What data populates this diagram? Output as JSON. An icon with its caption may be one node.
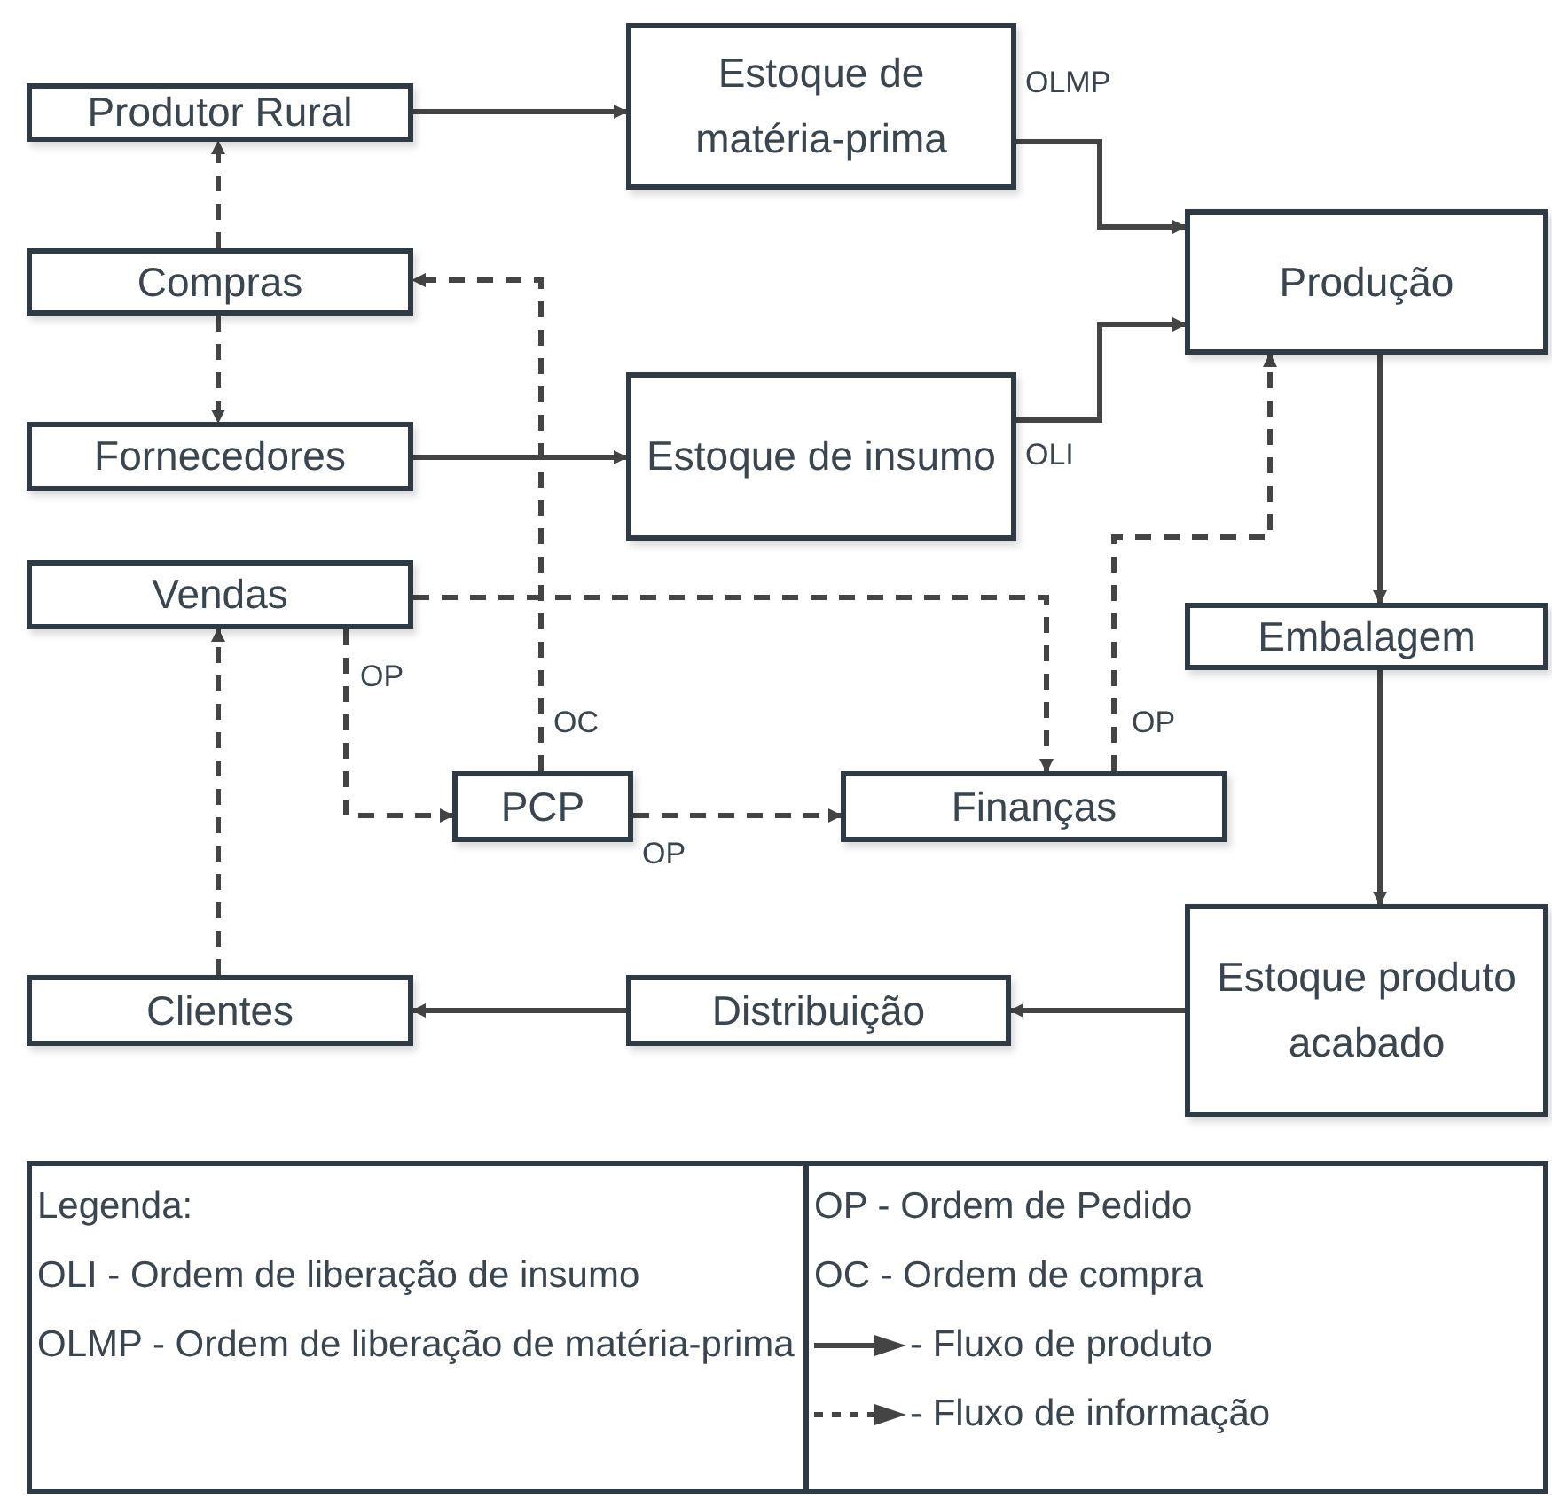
{
  "diagram": {
    "nodes": [
      {
        "text": [
          "Produtor Rural"
        ]
      },
      {
        "text": [
          "Estoque de matéria-prima"
        ]
      },
      {
        "text": [
          "Compras"
        ]
      },
      {
        "text": [
          "Produção"
        ]
      },
      {
        "text": [
          "Fornecedores"
        ]
      },
      {
        "text": [
          "Estoque de insumo"
        ]
      },
      {
        "text": [
          "Vendas"
        ]
      },
      {
        "text": [
          "Embalagem"
        ]
      },
      {
        "text": [
          "PCP"
        ]
      },
      {
        "text": [
          "Finanças"
        ]
      },
      {
        "text": [
          "Clientes"
        ]
      },
      {
        "text": [
          "Distribuição"
        ]
      },
      {
        "text": [
          "Estoque produto acabado"
        ]
      }
    ],
    "edges": [
      {
        "from": 0,
        "to": 1,
        "arrow": "to"
      },
      {
        "from": 1,
        "to": 3,
        "arrow": "to",
        "label": "OLMP"
      },
      {
        "from": 5,
        "to": 3,
        "arrow": "to",
        "label": "OLI"
      },
      {
        "from": 2,
        "to": 0,
        "arrow": "to",
        "style": "dashed"
      },
      {
        "from": 2,
        "to": 4,
        "arrow": "to",
        "style": "dashed"
      },
      {
        "from": 4,
        "to": 5,
        "arrow": "to"
      },
      {
        "from": 8,
        "to": 2,
        "arrow": "to",
        "style": "dashed",
        "label": "OC"
      },
      {
        "from": 6,
        "to": 9,
        "arrow": "to",
        "style": "dashed"
      },
      {
        "from": 6,
        "to": 8,
        "arrow": "to",
        "style": "dashed",
        "label": "OP"
      },
      {
        "from": 8,
        "to": 9,
        "arrow": "to",
        "style": "dashed",
        "label": "OP"
      },
      {
        "from": 9,
        "to": 3,
        "arrow": "to",
        "style": "dashed",
        "label": "OP"
      },
      {
        "from": 3,
        "to": 7,
        "arrow": "to"
      },
      {
        "from": 7,
        "to": 12,
        "arrow": "to"
      },
      {
        "from": 12,
        "to": 11,
        "arrow": "to"
      },
      {
        "from": 11,
        "to": 10,
        "arrow": "to"
      },
      {
        "from": 10,
        "to": 6,
        "arrow": "to",
        "style": "dashed"
      }
    ],
    "labels": [
      "Legenda:",
      "OLI - Ordem de liberação de insumo",
      "OLMP - Ordem de liberação de matéria-prima",
      "OP - Ordem de Pedido",
      "OC - Ordem de compra"
    ],
    "legend": [
      {
        "text": "- Fluxo de produto"
      },
      {
        "text": "- Fluxo de informação"
      }
    ]
  }
}
